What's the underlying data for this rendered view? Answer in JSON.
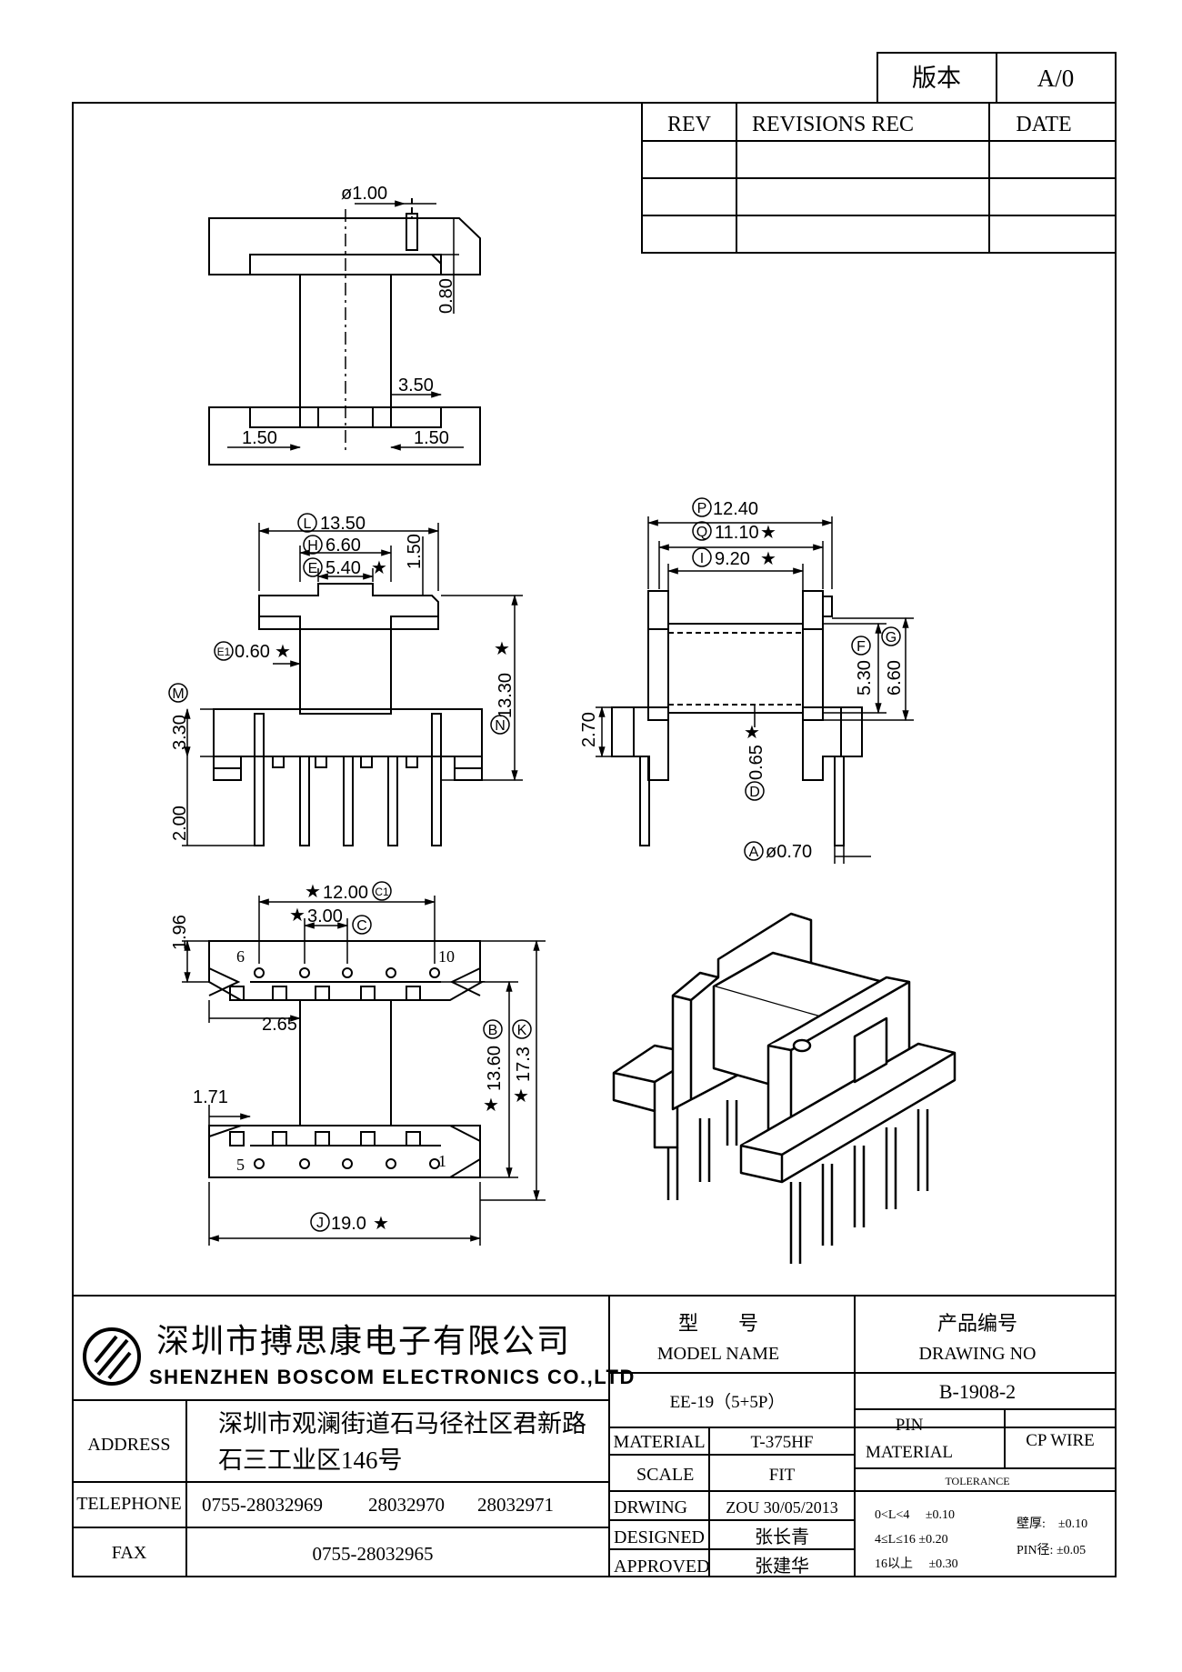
{
  "version_box": {
    "label": "版本",
    "value": "A/0"
  },
  "revision_table": {
    "headers": [
      "REV",
      "REVISIONS REC",
      "DATE"
    ],
    "rows": [
      [
        "",
        "",
        ""
      ],
      [
        "",
        "",
        ""
      ],
      [
        "",
        "",
        ""
      ]
    ]
  },
  "top_view": {
    "dims": {
      "pin_dia": "ø1.00",
      "rim": "0.80",
      "slot": "3.50",
      "left": "1.50",
      "right": "1.50"
    }
  },
  "front_view": {
    "dims": {
      "L": "13.50",
      "H": "6.60",
      "E": "5.40",
      "top_step": "1.50",
      "E1": "0.60",
      "N": "13.30",
      "M": "3.30",
      "pin_len": "2.00"
    },
    "circle_labels": {
      "L": "L",
      "H": "H",
      "E": "E",
      "E1": "E1",
      "M": "M",
      "N": "N"
    }
  },
  "side_view": {
    "dims": {
      "P": "12.40",
      "Q": "11.10",
      "I": "9.20",
      "F": "5.30",
      "G": "6.60",
      "step": "2.70",
      "D": "0.65",
      "A": "ø0.70"
    },
    "circle_labels": {
      "P": "P",
      "Q": "Q",
      "I": "I",
      "F": "F",
      "G": "G",
      "D": "D",
      "A": "A"
    }
  },
  "bottom_view": {
    "dims": {
      "C1": "12.00",
      "C": "3.00",
      "flange": "1.96",
      "inner": "2.65",
      "wall": "1.71",
      "B": "13.60",
      "K": "17.3",
      "J": "19.0"
    },
    "circle_labels": {
      "C1": "C1",
      "C": "C",
      "B": "B",
      "K": "K",
      "J": "J"
    },
    "pin_numbers": {
      "top_left": "6",
      "top_right": "10",
      "bottom_left": "5",
      "bottom_right": "1"
    }
  },
  "star": "★",
  "title_block": {
    "company_cn": "深圳市搏思康电子有限公司",
    "company_en": "SHENZHEN BOSCOM ELECTRONICS CO.,LTD",
    "address_label": "ADDRESS",
    "address_line1": "深圳市观澜街道石马径社区君新路",
    "address_line2": "石三工业区146号",
    "telephone_label": "TELEPHONE",
    "telephone_1": "0755-28032969",
    "telephone_2": "28032970",
    "telephone_3": "28032971",
    "fax_label": "FAX",
    "fax": "0755-28032965",
    "model_name_cn": "型　　号",
    "model_name_en": "MODEL NAME",
    "model_value": "EE-19（5+5P）",
    "drawing_no_cn": "产品编号",
    "drawing_no_en": "DRAWING NO",
    "drawing_no_value": "B-1908-2",
    "material_label": "MATERIAL",
    "material_value": "T-375HF",
    "pin_material_label_1": "PIN",
    "pin_material_label_2": "MATERIAL",
    "pin_material_value": "CP WIRE",
    "scale_label": "SCALE",
    "scale_value": "FIT",
    "tolerance_label": "TOLERANCE",
    "drawing_label": "DRWING",
    "drawing_value": "ZOU 30/05/2013",
    "designed_label": "DESIGNED",
    "designed_value": "张长青",
    "approved_label": "APPROVED",
    "approved_value": "张建华",
    "tol_1": "0<L<4　 ±0.10",
    "tol_2": "4≤L≤16 ±0.20",
    "tol_3": "16以上　 ±0.30",
    "tol_wall": "壁厚:　±0.10",
    "tol_pin": "PIN径: ±0.05"
  }
}
